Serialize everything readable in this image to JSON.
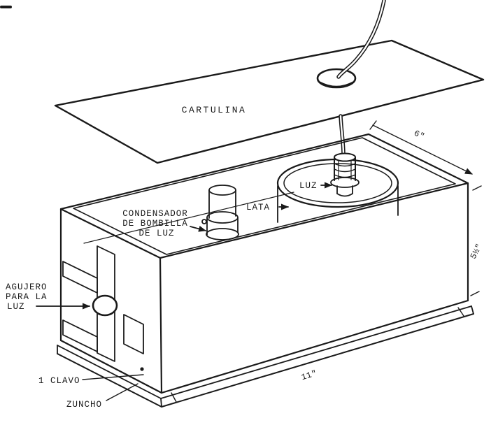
{
  "colors": {
    "ink": "#1a1a1a",
    "paper": "#ffffff"
  },
  "labels": {
    "cartulina": "CARTULINA",
    "condensador": [
      "CONDENSADOR",
      "DE BOMBILLA",
      "DE LUZ"
    ],
    "lata": "LATA",
    "luz": "LUZ",
    "agujero": [
      "AGUJERO",
      "PARA LA",
      "LUZ"
    ],
    "clavo": "1 CLAVO",
    "zuncho": "ZUNCHO"
  },
  "dimensions": {
    "top_width": "6\"",
    "side_height": "5½\"",
    "front_length": "11\""
  }
}
